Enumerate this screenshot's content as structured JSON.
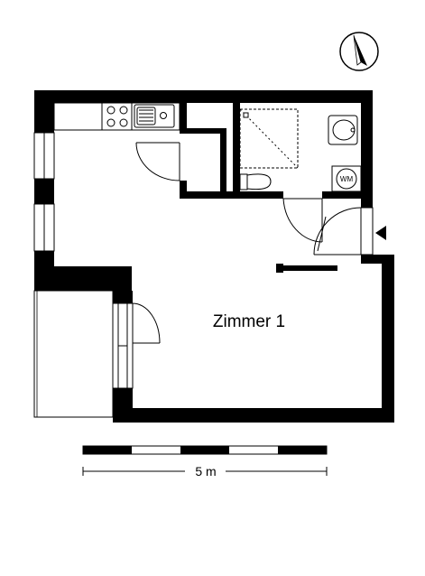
{
  "floorplan": {
    "room_label": "Zimmer 1",
    "washer_label": "WM",
    "scale_label": "5 m",
    "north_arrow": "north-arrow-icon",
    "entrance_marker": "entrance-arrow-icon"
  }
}
